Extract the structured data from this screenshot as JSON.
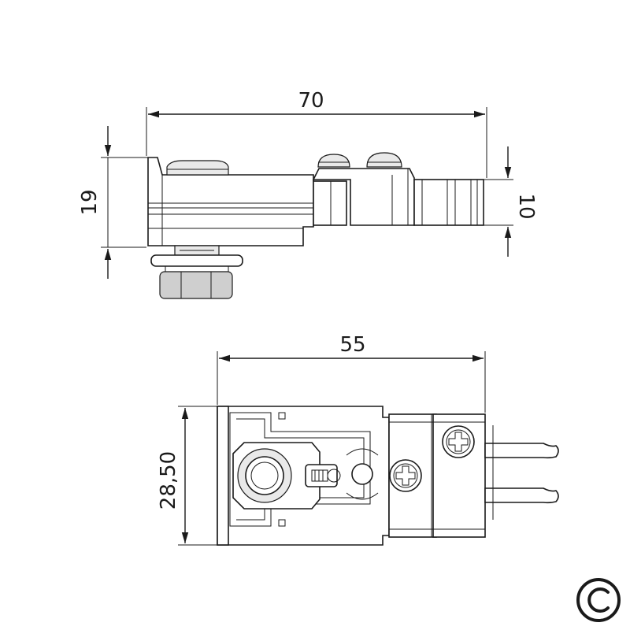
{
  "dimensions": {
    "side_length": "70",
    "side_height": "19",
    "side_small_height": "10",
    "top_length": "55",
    "top_width": "28,50"
  },
  "copyright_mark": "©"
}
